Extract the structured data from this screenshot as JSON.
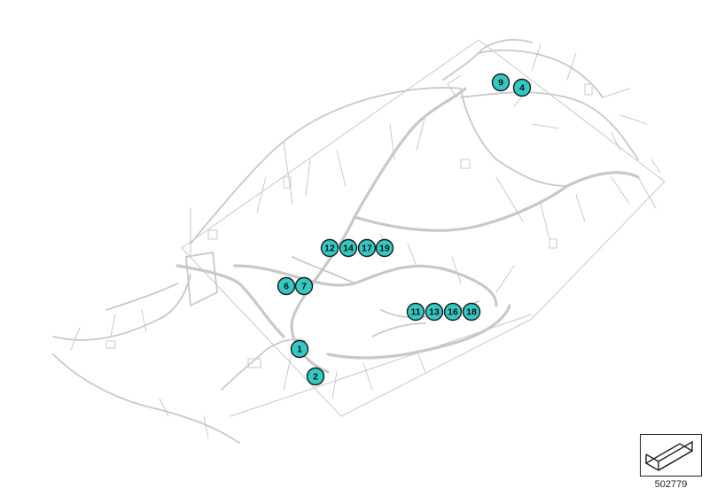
{
  "diagram": {
    "callouts": [
      {
        "label": "9",
        "part": "callout-9"
      },
      {
        "label": "4",
        "part": "callout-4"
      },
      {
        "label": "12",
        "part": "callout-12"
      },
      {
        "label": "14",
        "part": "callout-14"
      },
      {
        "label": "17",
        "part": "callout-17"
      },
      {
        "label": "19",
        "part": "callout-19"
      },
      {
        "label": "6",
        "part": "callout-6"
      },
      {
        "label": "7",
        "part": "callout-7"
      },
      {
        "label": "11",
        "part": "callout-11"
      },
      {
        "label": "13",
        "part": "callout-13"
      },
      {
        "label": "16",
        "part": "callout-16"
      },
      {
        "label": "18",
        "part": "callout-18"
      },
      {
        "label": "1",
        "part": "callout-1"
      },
      {
        "label": "2",
        "part": "callout-2"
      }
    ],
    "reference_number": "502779",
    "colors": {
      "callout_fill": "#33c9c2",
      "harness_line": "#c8c8c8",
      "outline": "#1a1a1a"
    },
    "icons": [
      "wiring-harness-drawing",
      "arrow-reference-icon"
    ]
  }
}
